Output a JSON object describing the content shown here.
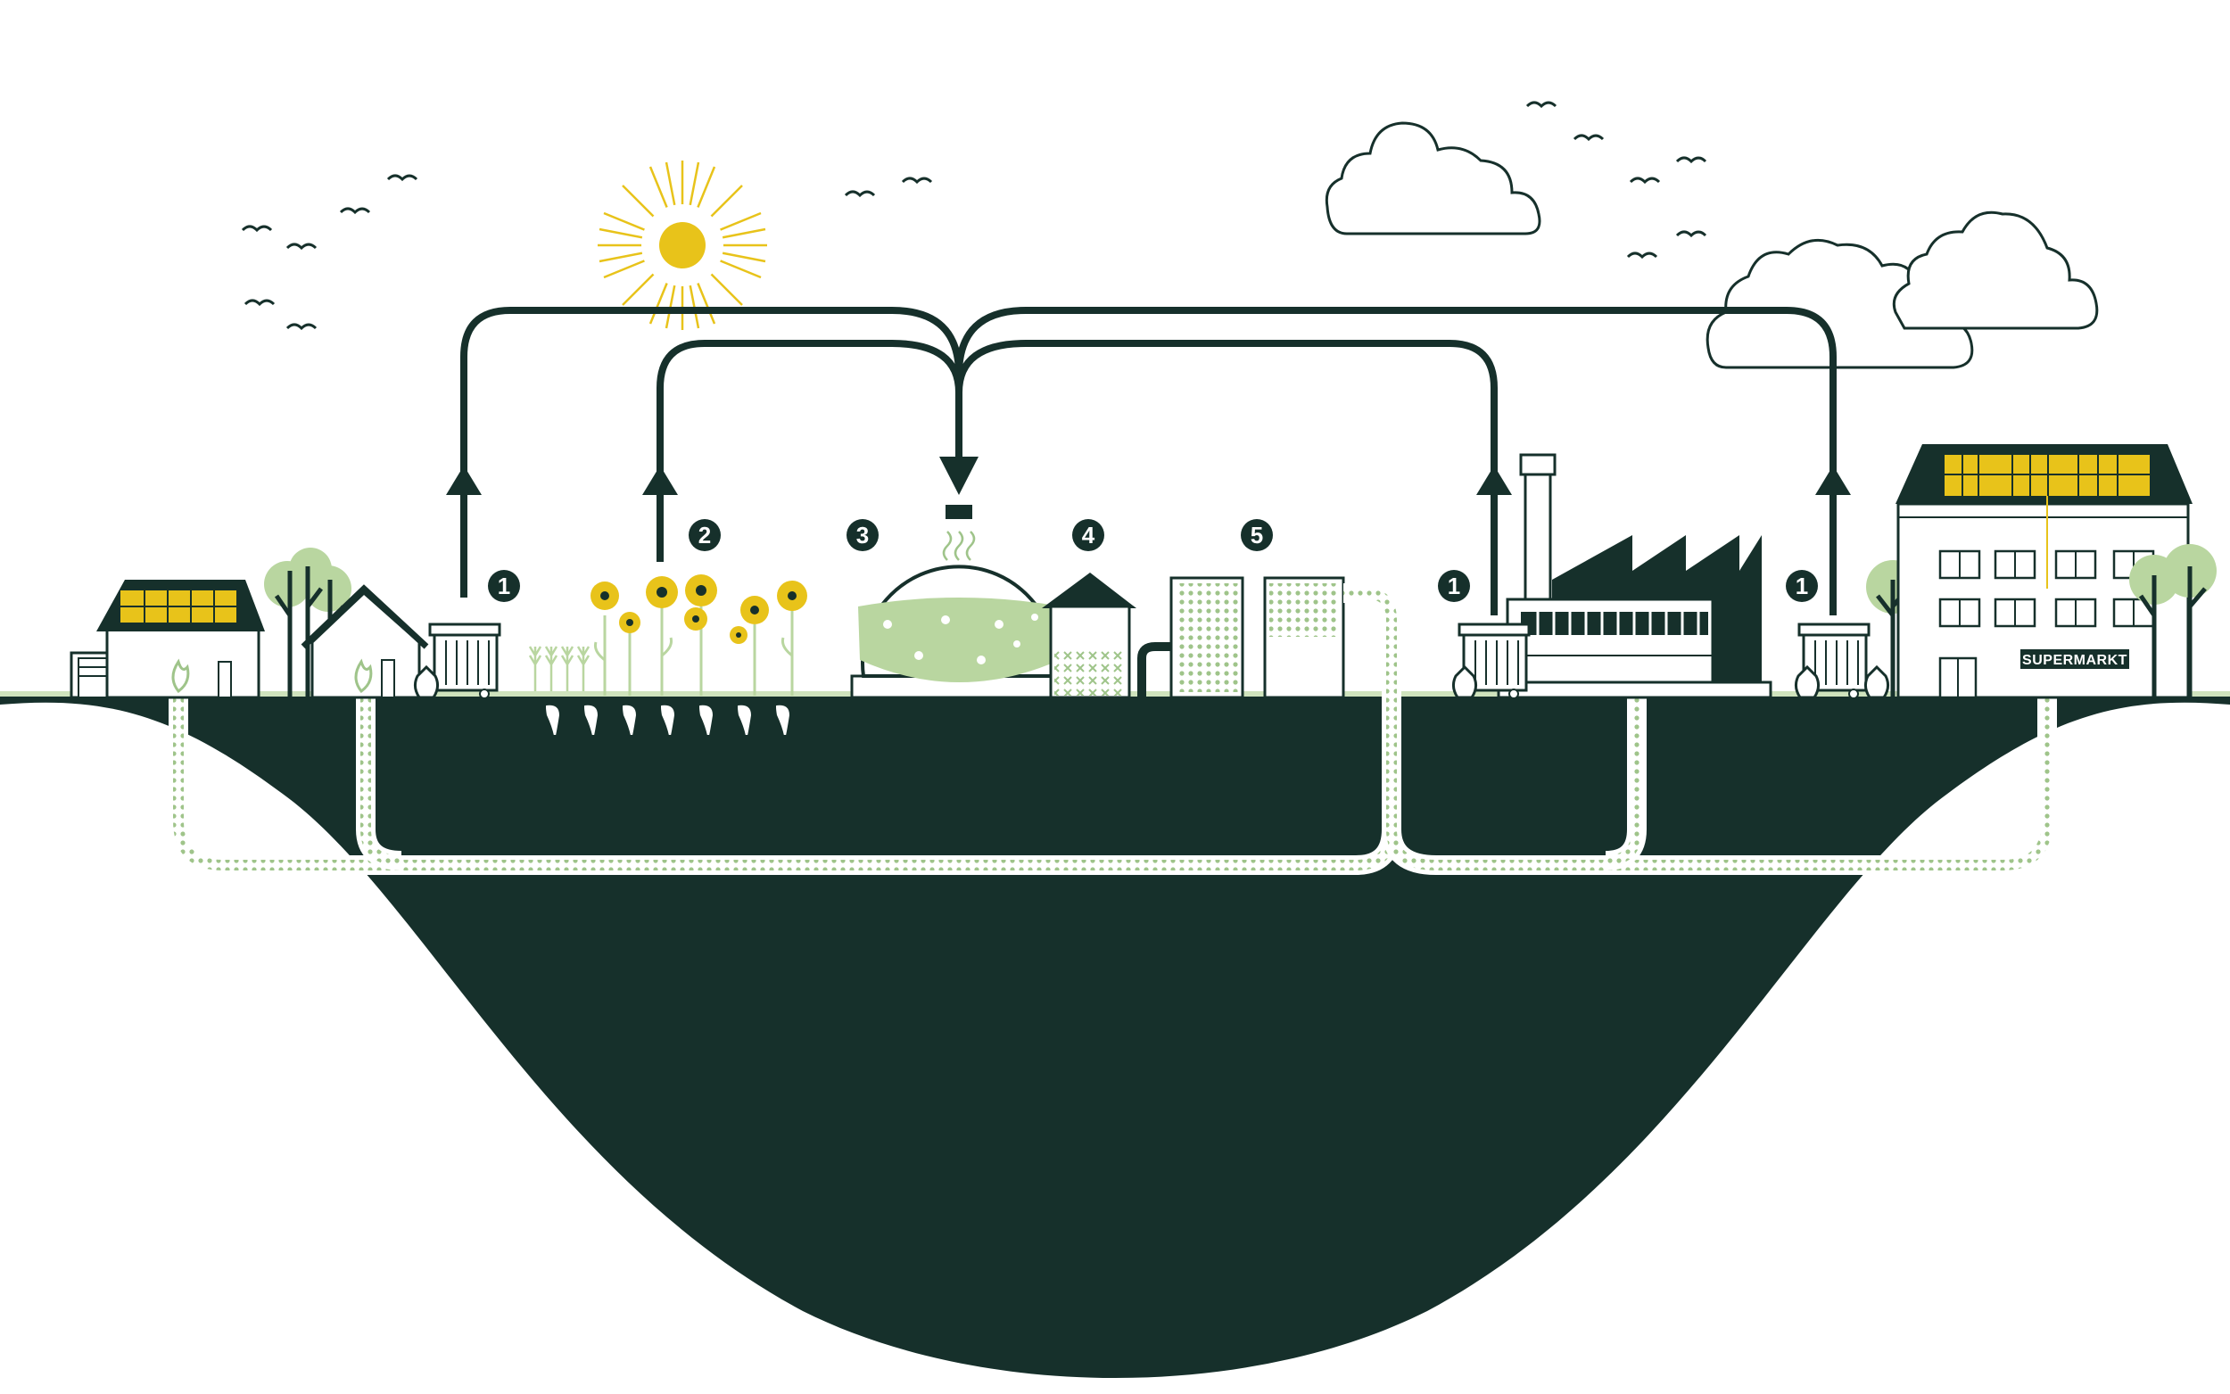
{
  "colors": {
    "dark": "#16302b",
    "accent_yellow": "#e8c31a",
    "accent_green": "#b9d6a0",
    "light_green": "#cfe3bd",
    "white": "#ffffff"
  },
  "steps": [
    {
      "label": "1",
      "subject": "household waste bin"
    },
    {
      "label": "2",
      "subject": "energy crops"
    },
    {
      "label": "3",
      "subject": "digester"
    },
    {
      "label": "4",
      "subject": "storage"
    },
    {
      "label": "5",
      "subject": "gas processing"
    },
    {
      "label": "1",
      "subject": "industrial waste bin"
    },
    {
      "label": "1",
      "subject": "supermarket waste bin"
    }
  ],
  "supermarket_sign": "SUPERMARKT",
  "icons": [
    "sun-icon",
    "bird-icon",
    "cloud-icon",
    "tree-icon",
    "solar-panel-icon",
    "flame-icon",
    "waste-bin-icon",
    "waste-bag-icon",
    "sunflower-icon",
    "beet-icon",
    "factory-icon"
  ]
}
